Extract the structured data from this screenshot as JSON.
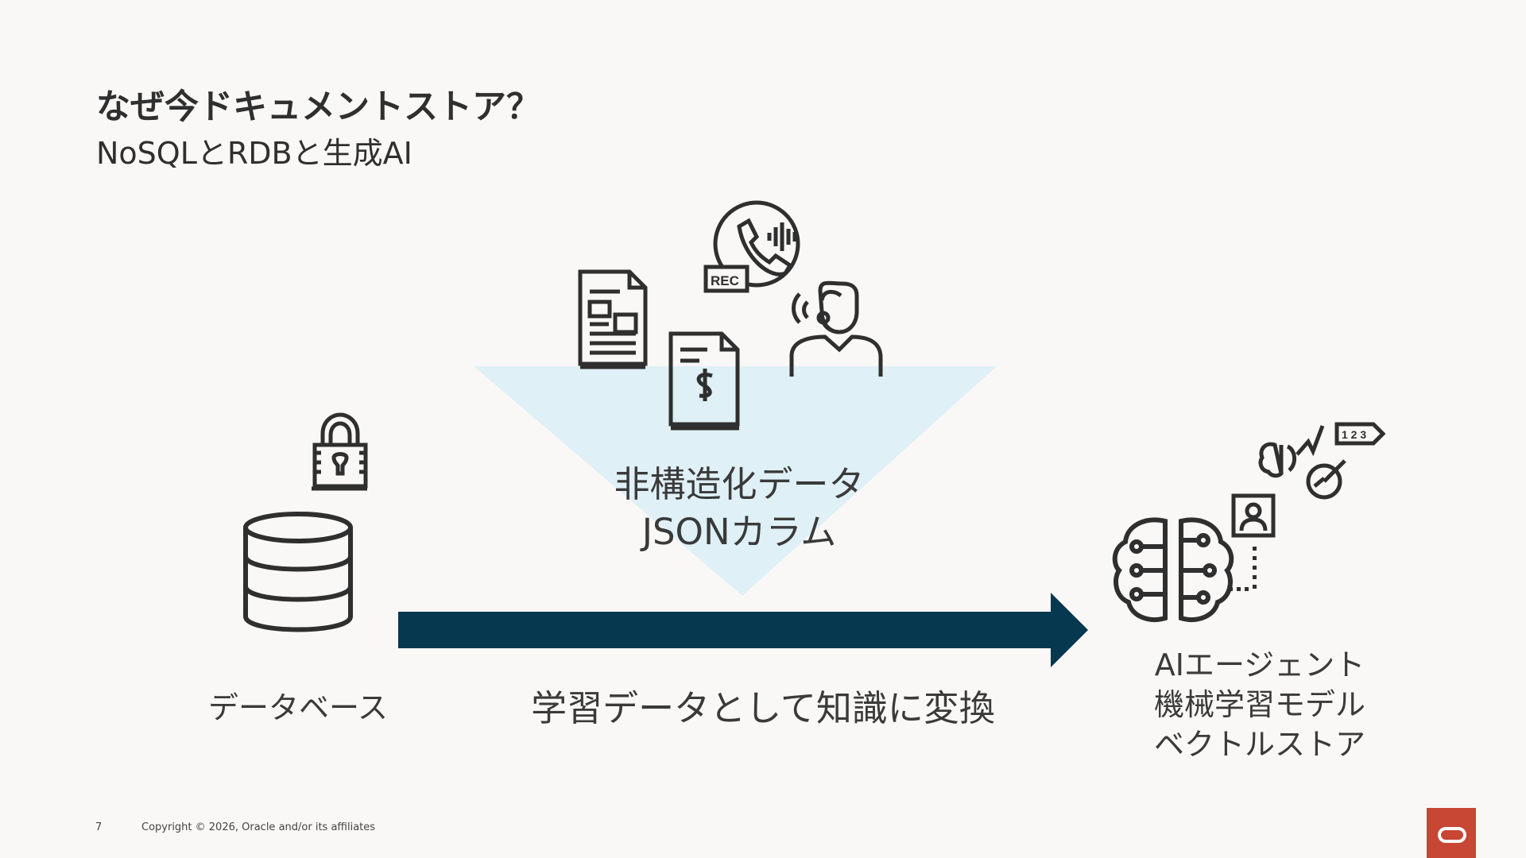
{
  "header": {
    "title": "なぜ今ドキュメントストア？",
    "subtitle": "NoSQLとRDBと生成AI"
  },
  "diagram": {
    "unstructured_label_line1": "非構造化データ",
    "unstructured_label_line2": "JSONカラム",
    "database_label": "データベース",
    "arrow_label": "学習データとして知識に変換",
    "target_labels": [
      "AIエージェント",
      "機械学習モデル",
      "ベクトルストア"
    ],
    "rec_badge": "REC",
    "gauge_badge": "1 2 3",
    "icons": [
      "document-icon",
      "invoice-dollar-icon",
      "phone-recording-icon",
      "headset-agent-icon",
      "lock-icon",
      "database-icon",
      "brain-circuit-icon",
      "profile-card-icon",
      "analytics-gauge-icon"
    ],
    "colors": {
      "arrow": "#06384f",
      "funnel": "#dff0f6",
      "icon_stroke": "#2f2f2f"
    }
  },
  "footer": {
    "page_number": "7",
    "copyright": "Copyright © 2026, Oracle and/or its affiliates"
  },
  "brand": {
    "logo_color": "#c74634"
  }
}
